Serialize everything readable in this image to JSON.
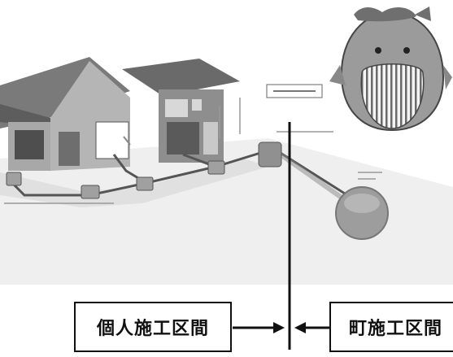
{
  "labels": {
    "individual_section": "個人施工区間",
    "town_section": "町施工区間"
  },
  "colors": {
    "line": "#111111",
    "pipe": "#555555",
    "house_roof": "#6b6b6b",
    "house_wall": "#9a9a9a",
    "ground": "#e9e9e9",
    "tank": "#9c9c9c"
  },
  "icons": [
    "house-illustration",
    "whale-mascot-icon",
    "manhole-icon",
    "inspection-basin-icon"
  ]
}
